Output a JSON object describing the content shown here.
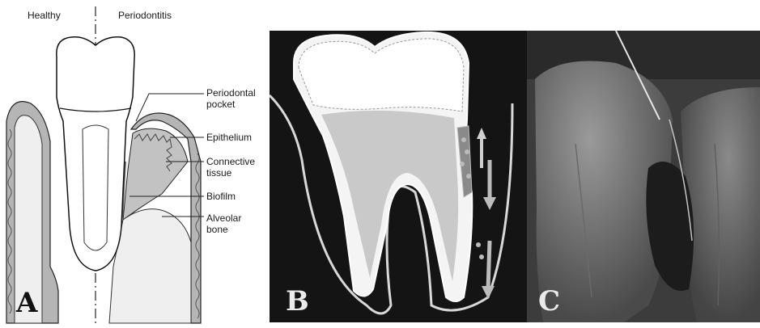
{
  "panelA": {
    "letter": "A",
    "header_left": "Healthy",
    "header_right": "Periodontitis",
    "callouts": {
      "pocket": [
        "Periodontal",
        "pocket"
      ],
      "epithelium": "Epithelium",
      "connective": [
        "Connective",
        "tissue"
      ],
      "biofilm": "Biofilm",
      "bone": [
        "Alveolar",
        "bone"
      ]
    }
  },
  "panelB": {
    "letter": "B"
  },
  "panelC": {
    "letter": "C"
  },
  "colors": {
    "gum": "#b9b9b9",
    "bone": "#ededed",
    "tooth_outline": "#1a1a1a",
    "dark_bg": "#141414",
    "xray_bg": "#3a3a3a"
  }
}
